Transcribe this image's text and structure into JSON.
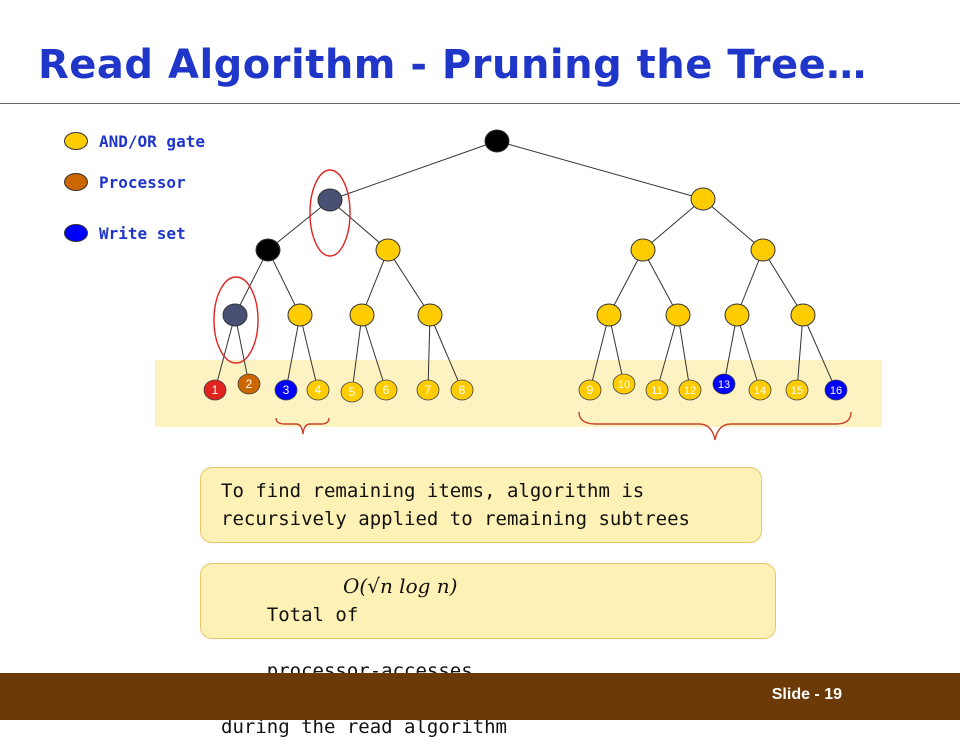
{
  "title": "Read Algorithm - Pruning the Tree…",
  "legend": [
    {
      "label": "AND/OR gate",
      "color": "#ffcc00"
    },
    {
      "label": "Processor",
      "color": "#cc6600"
    },
    {
      "label": "Write set",
      "color": "#0000ff"
    }
  ],
  "colors": {
    "gate": "#ffcc00",
    "processor": "#cc6600",
    "write_set": "#0000ff",
    "dark_node": "#000000",
    "pruned_node": "#4a5074",
    "highlight": "#e0231f",
    "leaf_band": "#fdf3c2",
    "brace": "#c9432b"
  },
  "leaves": [
    {
      "label": "1",
      "kind": "red"
    },
    {
      "label": "2",
      "kind": "processor"
    },
    {
      "label": "3",
      "kind": "write"
    },
    {
      "label": "4",
      "kind": "gate"
    },
    {
      "label": "5",
      "kind": "gate"
    },
    {
      "label": "6",
      "kind": "gate"
    },
    {
      "label": "7",
      "kind": "gate"
    },
    {
      "label": "8",
      "kind": "gate"
    },
    {
      "label": "9",
      "kind": "gate"
    },
    {
      "label": "10",
      "kind": "gate"
    },
    {
      "label": "11",
      "kind": "gate"
    },
    {
      "label": "12",
      "kind": "gate"
    },
    {
      "label": "13",
      "kind": "write"
    },
    {
      "label": "14",
      "kind": "gate"
    },
    {
      "label": "15",
      "kind": "gate"
    },
    {
      "label": "16",
      "kind": "write"
    }
  ],
  "box1": {
    "line1": "To find remaining items, algorithm is",
    "line2": "recursively applied to remaining subtrees"
  },
  "box2": {
    "line1_prefix": "Total of",
    "formula": "O(√n log n)",
    "line1_suffix": "processor-accesses",
    "line2": "during the read algorithm"
  },
  "footer": {
    "slide": "Slide - 19"
  }
}
